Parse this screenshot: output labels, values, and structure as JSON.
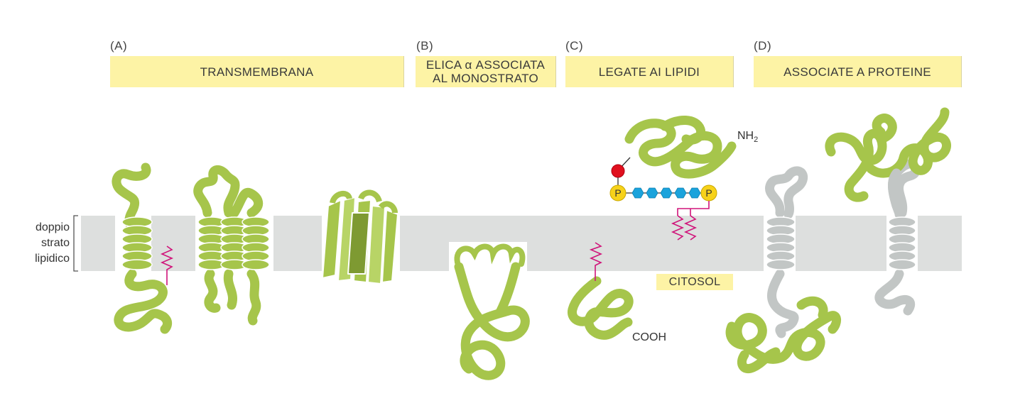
{
  "panels": [
    {
      "letter": "(A)",
      "title": "TRANSMEMBRANA"
    },
    {
      "letter": "(B)",
      "title_line1": "ELICA α ASSOCIATA",
      "title_line2": "AL MONOSTRATO"
    },
    {
      "letter": "(C)",
      "title": "LEGATE AI LIPIDI"
    },
    {
      "letter": "(D)",
      "title": "ASSOCIATE A PROTEINE"
    }
  ],
  "bilayer_label": {
    "line1": "doppio",
    "line2": "strato",
    "line3": "lipidico"
  },
  "citosol": "CITOSOL",
  "nh2_base": "NH",
  "nh2_sub": "2",
  "cooh": "COOH",
  "phosphate_label": "P",
  "colors": {
    "protein": "#a6c54b",
    "protein_gray": "#c2c6c5",
    "membrane": "#dddfde",
    "header": "#fdf3a5",
    "lipid": "#d0147a",
    "sugar": "#1ba3dc",
    "phosphate": "#f7d21a",
    "red_dot": "#e0101e"
  }
}
